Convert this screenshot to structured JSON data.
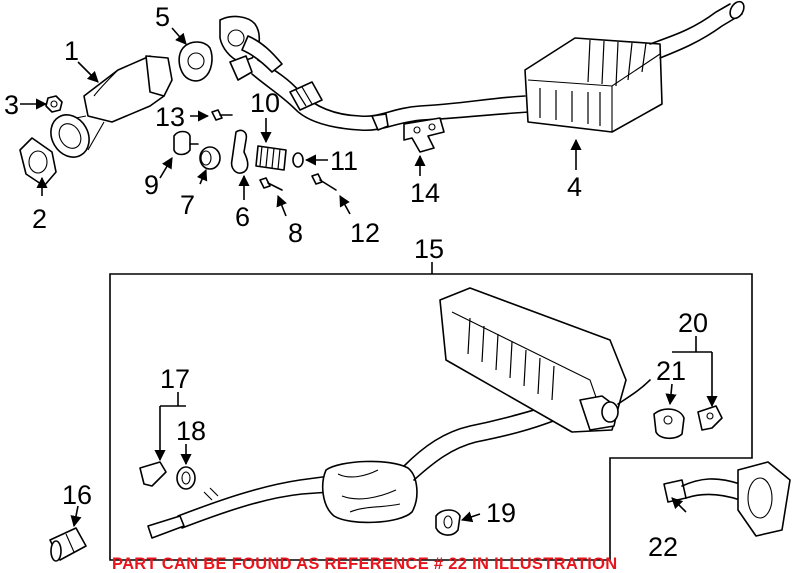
{
  "callouts": {
    "c1": "1",
    "c2": "2",
    "c3": "3",
    "c4": "4",
    "c5": "5",
    "c6": "6",
    "c7": "7",
    "c8": "8",
    "c9": "9",
    "c10": "10",
    "c11": "11",
    "c12": "12",
    "c13": "13",
    "c14": "14",
    "c15": "15",
    "c16": "16",
    "c17": "17",
    "c18": "18",
    "c19": "19",
    "c20": "20",
    "c21": "21",
    "c22": "22"
  },
  "note": "PART CAN BE FOUND AS REFERENCE # 22 IN ILLUSTRATION",
  "colors": {
    "line": "#000000",
    "note": "#e8161c",
    "background": "#ffffff"
  }
}
